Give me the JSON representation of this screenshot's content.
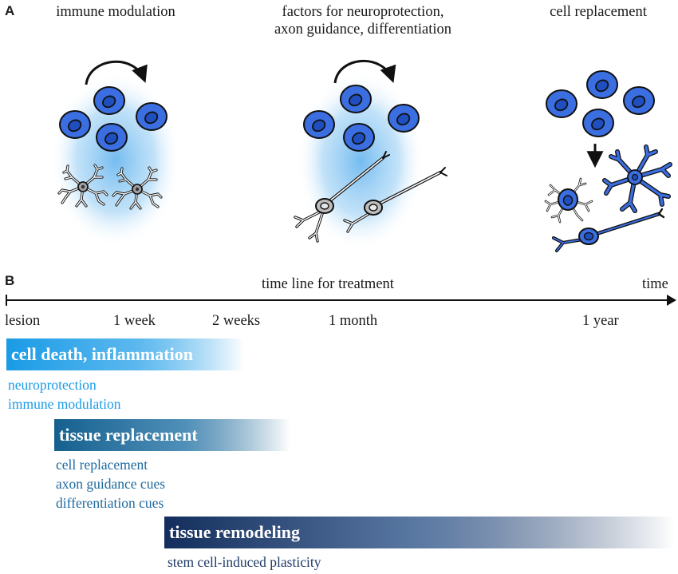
{
  "panel_a": {
    "letter": "A",
    "captions": [
      {
        "line1": "immune modulation",
        "line2": ""
      },
      {
        "line1": "factors for neuroprotection,",
        "line2": "axon guidance, differentiation"
      },
      {
        "line1": "cell replacement",
        "line2": ""
      }
    ]
  },
  "panel_b": {
    "letter": "B",
    "timeline_title": "time line for treatment",
    "axis_end_label": "time",
    "ticks": [
      "lesion",
      "1 week",
      "2 weeks",
      "1 month",
      "1 year"
    ],
    "phases": [
      {
        "title": "cell death, inflammation",
        "details": [
          "neuroprotection",
          "immune modulation"
        ],
        "color": "#1a9be6",
        "text_color": "#1a9be6"
      },
      {
        "title": "tissue replacement",
        "details": [
          "cell replacement",
          "axon guidance cues",
          "differentiation cues"
        ],
        "color": "#15608f",
        "text_color": "#1d6a9e"
      },
      {
        "title": "tissue remodeling",
        "details": [
          "stem cell-induced plasticity"
        ],
        "color": "#132e5c",
        "text_color": "#1f3a66"
      }
    ]
  },
  "colors": {
    "stem_cell": "#3b6ee0",
    "glow": "#8fc8f2",
    "outline": "#111111"
  }
}
